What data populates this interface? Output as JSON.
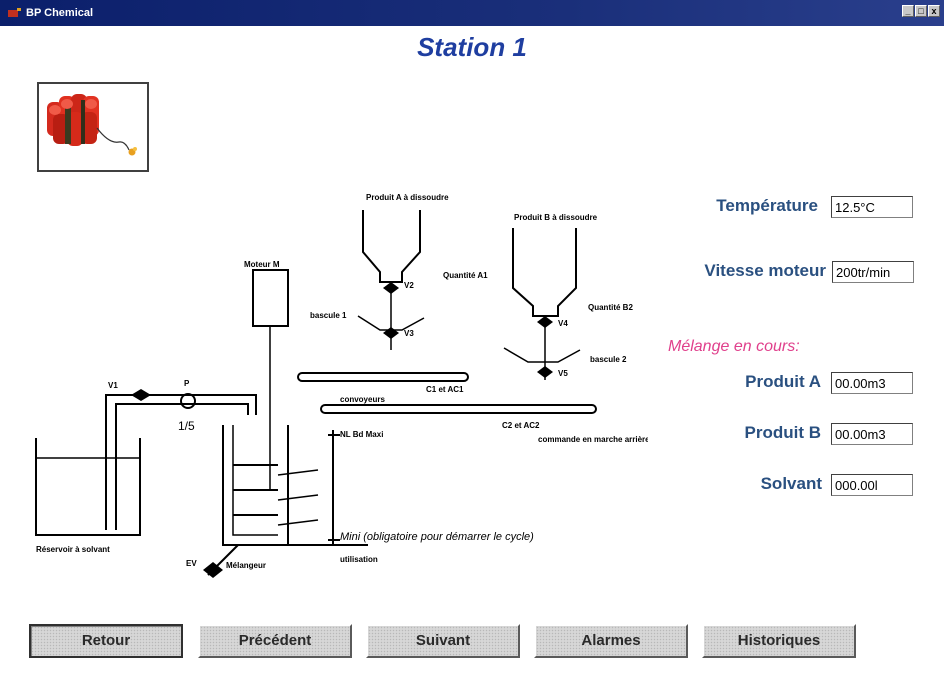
{
  "window": {
    "title": "BP Chemical",
    "controls": {
      "minimize": "_",
      "maximize": "□",
      "close": "x"
    }
  },
  "page": {
    "title": "Station 1"
  },
  "diagram": {
    "tank_a": "Produit A à dissoudre",
    "tank_b": "Produit B à dissoudre",
    "motor": "Moteur M",
    "quantity_a": "Quantité A1",
    "quantity_b": "Quantité B2",
    "scale_1": "bascule 1",
    "scale_2": "bascule 2",
    "conveyor_1": "C1 et AC1",
    "conveyor_label": "convoyeurs",
    "conveyor_2": "C2 et AC2",
    "conveyor_note": "commande en marche arrière",
    "valves": [
      "V1",
      "V2",
      "V3",
      "V4",
      "V5"
    ],
    "pump": "P",
    "pump_ratio": "1/5",
    "level_high": "NL Bd Maxi",
    "level_low": "Mini (obligatoire pour démarrer le cycle)",
    "usage": "utilisation",
    "reservoir": "Réservoir à solvant",
    "mixer": "Mélangeur",
    "drain_valve": "EV"
  },
  "readings": {
    "temperature_label": "Température",
    "temperature_value": "12.5°C",
    "motor_speed_label": "Vitesse moteur",
    "motor_speed_value": "200tr/min",
    "mixing_label": "Mélange en cours:",
    "product_a_label": "Produit A",
    "product_a_value": "00.00m3",
    "product_b_label": "Produit B",
    "product_b_value": "00.00m3",
    "solvent_label": "Solvant",
    "solvent_value": "000.00l"
  },
  "buttons": {
    "back": "Retour",
    "previous": "Précédent",
    "next": "Suivant",
    "alarms": "Alarmes",
    "history": "Historiques"
  },
  "colors": {
    "title_blue": "#1f3ea0",
    "label_blue": "#2a5080",
    "mixing_pink": "#e0408c",
    "titlebar": "#0b1f6b"
  }
}
